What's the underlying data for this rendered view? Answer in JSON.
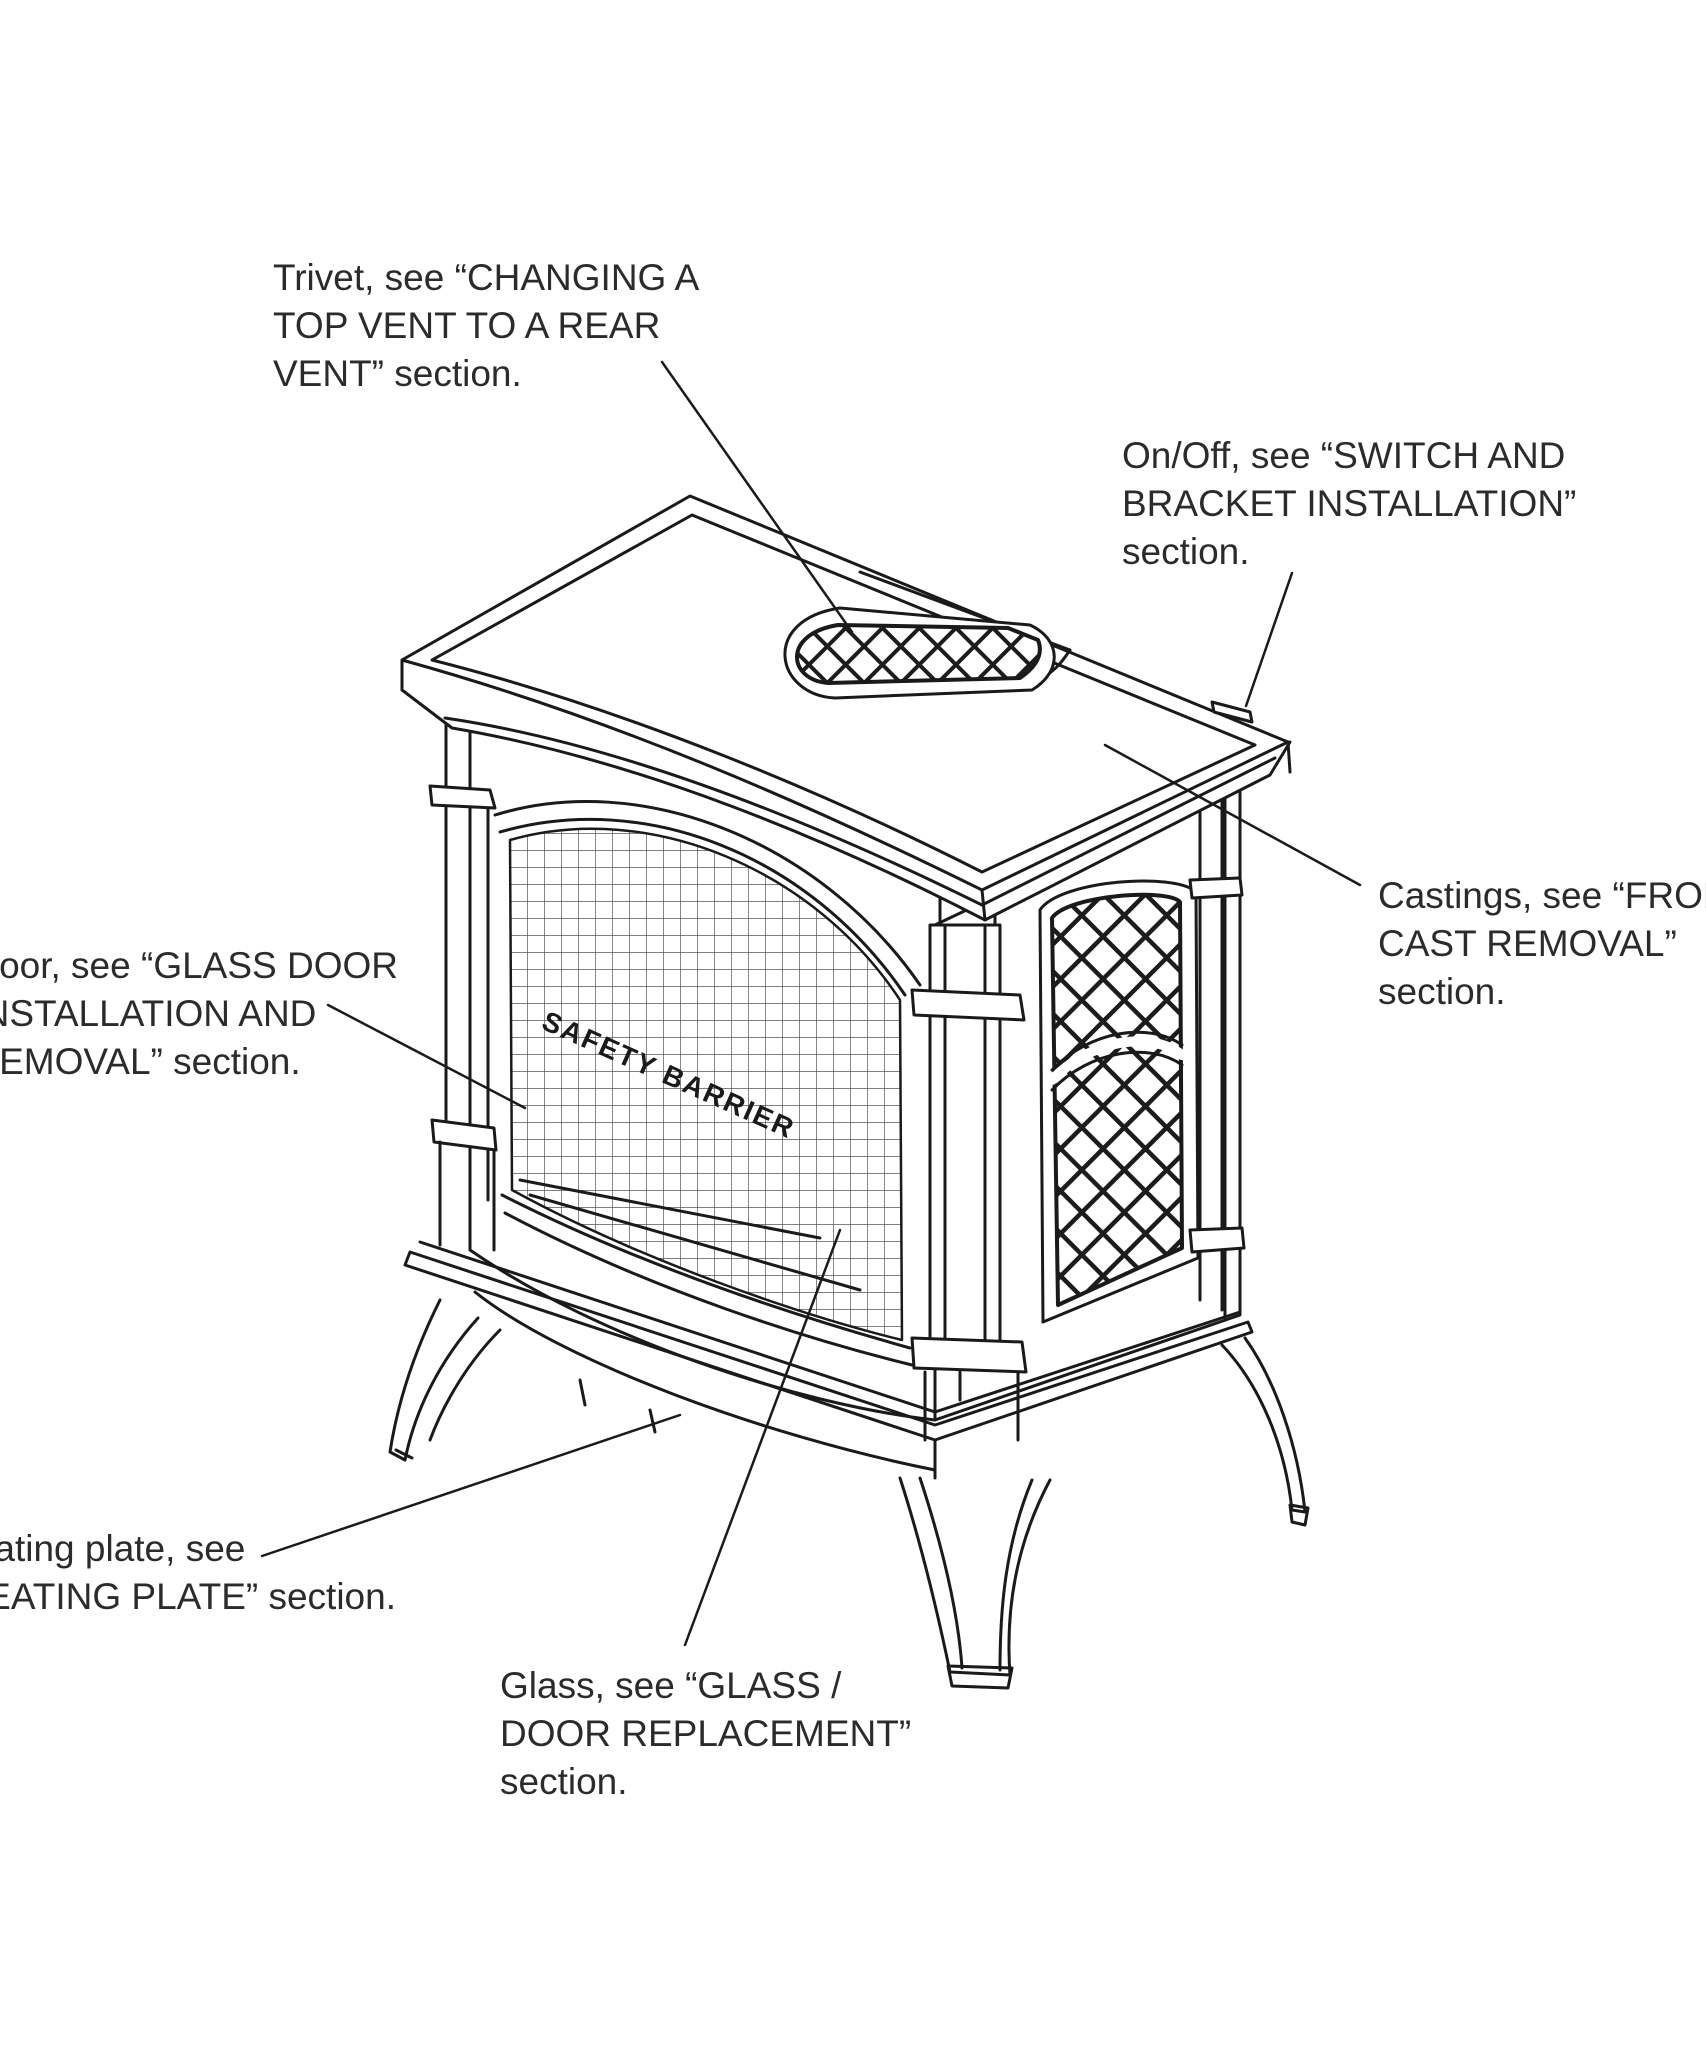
{
  "callouts": {
    "trivet": [
      "Trivet, see “CHANGING A",
      "TOP VENT TO A REAR",
      "VENT” section."
    ],
    "onoff": [
      "On/Off, see “SWITCH AND",
      "BRACKET INSTALLATION”",
      "section."
    ],
    "castings": [
      "Castings, see “FRONT",
      "CAST REMOVAL”",
      "section."
    ],
    "door": [
      "Door, see “GLASS DOOR",
      "INSTALLATION AND",
      "REMOVAL” section."
    ],
    "plate": [
      "Heating plate, see",
      "“HEATING PLATE” section."
    ],
    "glass": [
      "Glass, see “GLASS /",
      "DOOR REPLACEMENT”",
      "section."
    ]
  },
  "stove": {
    "barrier_label": "SAFETY BARRIER"
  }
}
